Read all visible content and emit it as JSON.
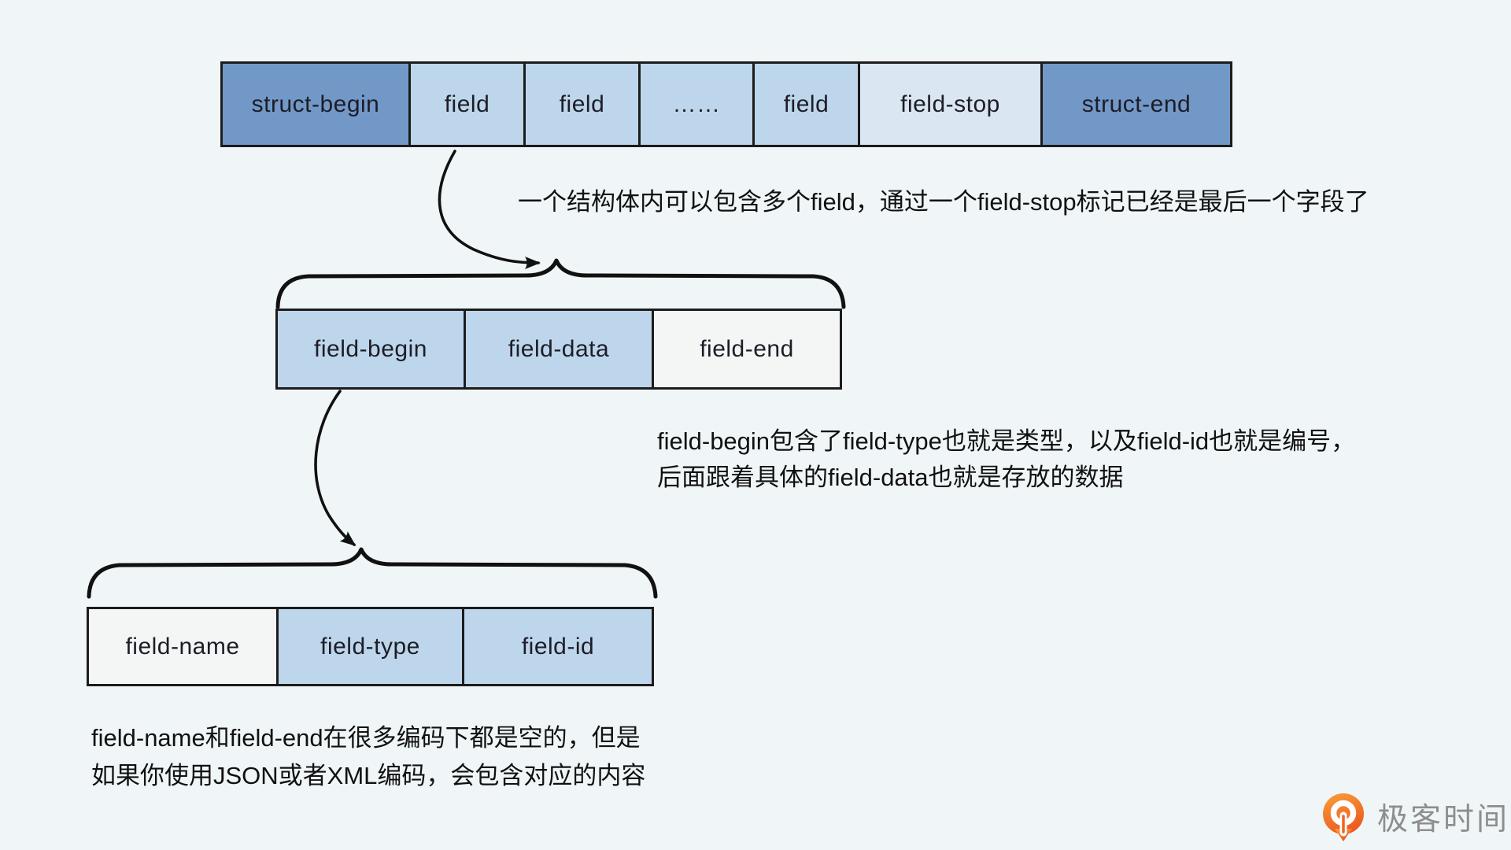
{
  "colors": {
    "background": "#f0f6f7",
    "struct_box": "#7298c8",
    "field_box": "#bdd6eb",
    "stop_box": "#dae6f2",
    "empty_box": "#f4f6f6",
    "border": "#1c1c1c",
    "box_text": "#1d1d27",
    "annotation_text": "#111111",
    "logo_orange": "#f06d1d",
    "logo_text_gray": "#8e8e8e"
  },
  "struct_row": {
    "cells": [
      {
        "label": "struct-begin",
        "variant": "struct"
      },
      {
        "label": "field",
        "variant": "field"
      },
      {
        "label": "field",
        "variant": "field"
      },
      {
        "label": "……",
        "variant": "field"
      },
      {
        "label": "field",
        "variant": "field"
      },
      {
        "label": "field-stop",
        "variant": "stop"
      },
      {
        "label": "struct-end",
        "variant": "struct"
      }
    ]
  },
  "field_row": {
    "cells": [
      {
        "label": "field-begin",
        "variant": "field"
      },
      {
        "label": "field-data",
        "variant": "field"
      },
      {
        "label": "field-end",
        "variant": "empty"
      }
    ]
  },
  "field_begin_row": {
    "cells": [
      {
        "label": "field-name",
        "variant": "empty"
      },
      {
        "label": "field-type",
        "variant": "field"
      },
      {
        "label": "field-id",
        "variant": "field"
      }
    ]
  },
  "annotation_field_stop": {
    "lines": [
      "一个结构体内可以包含多个field，通过一个field-stop标记已经是最后一个字段了"
    ]
  },
  "annotation_field_begin": {
    "lines": [
      "field-begin包含了field-type也就是类型，以及field-id也就是编号，",
      "后面跟着具体的field-data也就是存放的数据"
    ]
  },
  "annotation_field_name": {
    "lines": [
      "field-name和field-end在很多编码下都是空的，但是",
      "如果你使用JSON或者XML编码，会包含对应的内容"
    ]
  },
  "logo": {
    "text": "极客时间"
  }
}
